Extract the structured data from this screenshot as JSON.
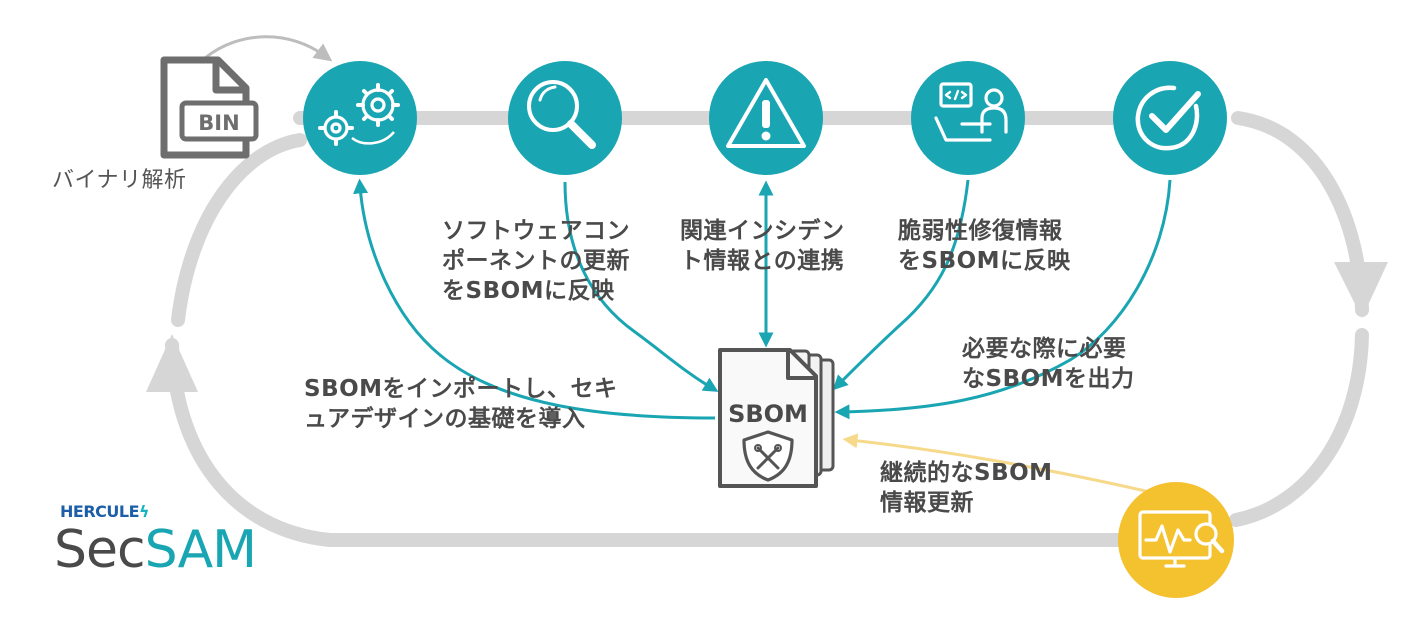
{
  "colors": {
    "teal": "#1aa5b3",
    "track": "#d6d6d6",
    "yellow": "#f4c12f",
    "yellow_arrow": "#f6d98a",
    "text": "#4a4a4a",
    "logo_blue": "#1c5fa8"
  },
  "binary_file": {
    "icon": "bin-file-icon",
    "badge": "BIN",
    "caption": "バイナリ解析"
  },
  "steps": [
    {
      "icon": "gears-icon"
    },
    {
      "icon": "magnifier-icon"
    },
    {
      "icon": "warning-icon"
    },
    {
      "icon": "developer-at-laptop-icon"
    },
    {
      "icon": "check-circle-icon"
    }
  ],
  "sbom_doc": {
    "label": "SBOM",
    "icon": "shield-tools-icon"
  },
  "monitor": {
    "icon": "monitor-search-icon"
  },
  "labels": {
    "import": [
      "SBOMをインポートし、セキ",
      "ュアデザインの基礎を導入"
    ],
    "update_components": [
      "ソフトウェアコン",
      "ポーネントの更新",
      "をSBOMに反映"
    ],
    "incident": [
      "関連インシデン",
      "ト情報との連携"
    ],
    "repair": [
      "脆弱性修復情報",
      "をSBOMに反映"
    ],
    "output": [
      "必要な際に必要",
      "なSBOMを出力"
    ],
    "continuous": [
      "継続的なSBOM",
      "情報更新"
    ]
  },
  "logo": {
    "brand": "HERCULE",
    "brand_mark": "ϟ",
    "product_a": "Sec",
    "product_b": "SAM"
  }
}
